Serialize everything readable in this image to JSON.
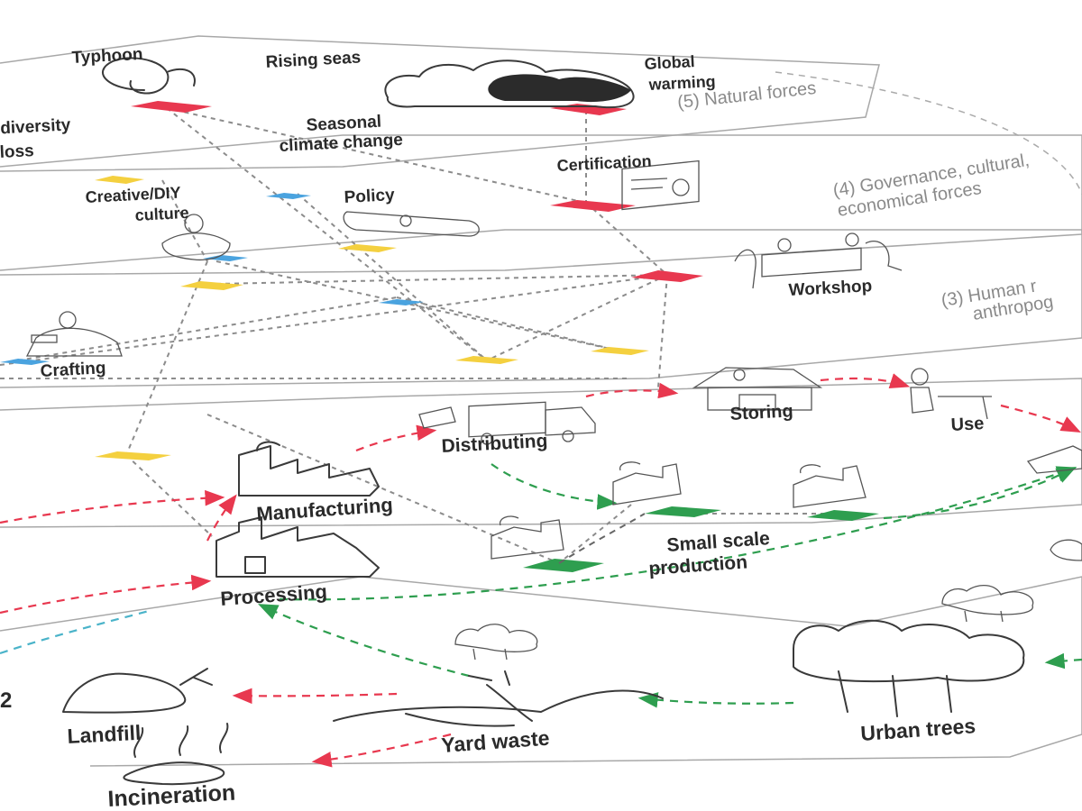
{
  "layers": {
    "natural_label": "(5) Natural forces",
    "governance_label_1": "(4) Governance, cultural,",
    "governance_label_2": "economical forces",
    "human_label_1": "(3) Human r",
    "human_label_2": "anthropog"
  },
  "nodes": {
    "typhoon": "Typhoon",
    "rising_seas": "Rising seas",
    "global_warming_1": "Global",
    "global_warming_2": "warming",
    "biodiversity_1": "Biodiversity",
    "biodiversity_2": "loss",
    "seasonal_1": "Seasonal",
    "seasonal_2": "climate change",
    "certification": "Certification",
    "creative_1": "Creative/DIY",
    "creative_2": "culture",
    "policy": "Policy",
    "workshop": "Workshop",
    "crafting": "Crafting",
    "storing": "Storing",
    "use": "Use",
    "distributing": "Distributing",
    "manufacturing": "Manufacturing",
    "small_scale_1": "Small scale",
    "small_scale_2": "production",
    "processing": "Processing",
    "layer_number": "2",
    "landfill": "Landfill",
    "yard_waste": "Yard waste",
    "urban_trees": "Urban trees",
    "incineration": "Incineration"
  },
  "colors": {
    "red": "#e8384f",
    "yellow": "#f4d03f",
    "blue": "#4aa3df",
    "green": "#2e9e4f",
    "flow_red": "#e8384f",
    "flow_green": "#2e9e4f",
    "flow_cyan": "#4ab3c9",
    "plane": "#9a9a9a"
  }
}
